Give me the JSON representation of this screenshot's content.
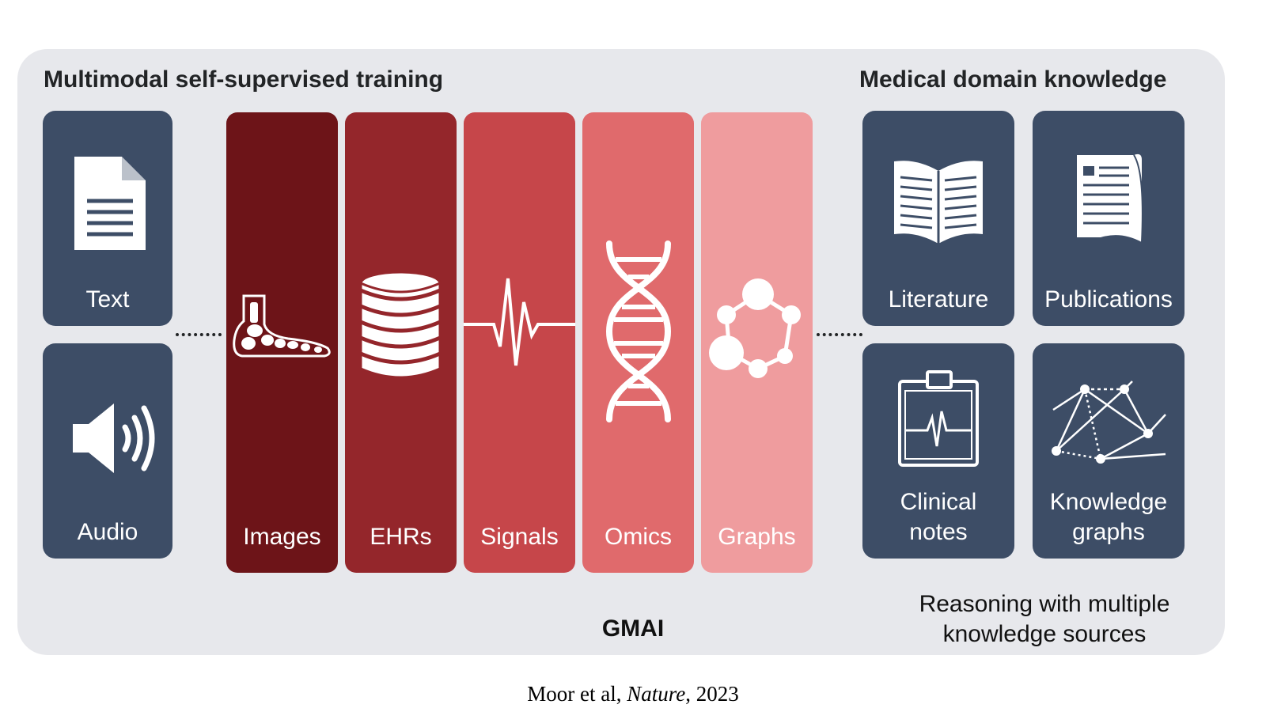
{
  "headings": {
    "left": "Multimodal self-supervised training",
    "right": "Medical domain knowledge"
  },
  "input_tiles": [
    {
      "label": "Text",
      "icon": "document-icon"
    },
    {
      "label": "Audio",
      "icon": "speaker-icon"
    }
  ],
  "modality_columns": [
    {
      "label": "Images",
      "icon": "foot-xray-icon",
      "color": "#6d1418"
    },
    {
      "label": "EHRs",
      "icon": "database-icon",
      "color": "#94262b"
    },
    {
      "label": "Signals",
      "icon": "waveform-icon",
      "color": "#c6464a"
    },
    {
      "label": "Omics",
      "icon": "dna-icon",
      "color": "#e06a6c"
    },
    {
      "label": "Graphs",
      "icon": "molecule-graph-icon",
      "color": "#ef9c9e"
    }
  ],
  "knowledge_tiles": [
    {
      "label": "Literature",
      "icon": "open-book-icon"
    },
    {
      "label": "Publications",
      "icon": "journal-icon"
    },
    {
      "label_line1": "Clinical",
      "label_line2": "notes",
      "icon": "clipboard-icon"
    },
    {
      "label_line1": "Knowledge",
      "label_line2": "graphs",
      "icon": "network-icon"
    }
  ],
  "reasoning": {
    "line1": "Reasoning with multiple",
    "line2": "knowledge sources"
  },
  "center_label": "GMAI",
  "citation": {
    "authors": "Moor et al, ",
    "journal": "Nature",
    "year": ", 2023"
  },
  "colors": {
    "panel": "#e7e8ec",
    "tile": "#3d4d66"
  }
}
